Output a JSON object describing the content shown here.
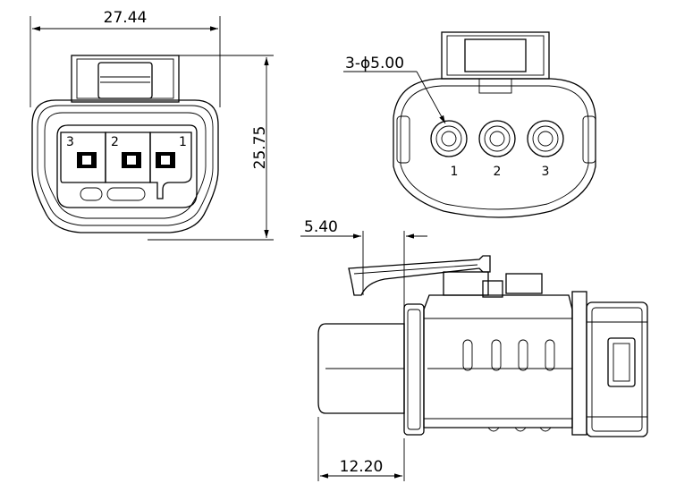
{
  "dimensions": {
    "width": "27.44",
    "height": "25.75",
    "hole": "3-ϕ5.00",
    "latch_offset": "5.40",
    "nose_length": "12.20"
  },
  "front_view": {
    "pin_labels": [
      "3",
      "2",
      "1"
    ]
  },
  "rear_view": {
    "pin_labels": [
      "1",
      "2",
      "3"
    ]
  }
}
